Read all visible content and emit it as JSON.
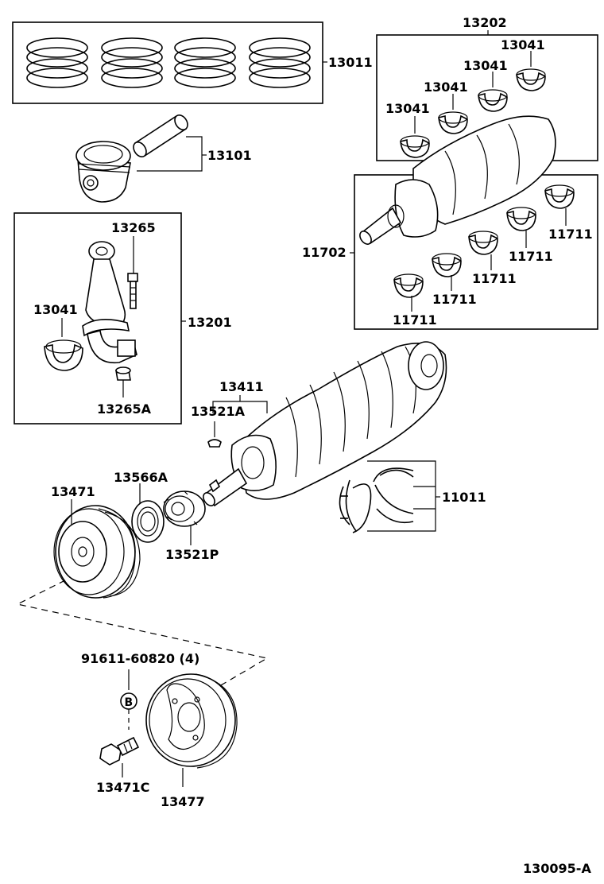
{
  "labels": {
    "rings": "13011",
    "pin_piston": "13101",
    "conrod_set": "13201",
    "conrod_bolt": "13265",
    "conrod_bearing": "13041",
    "conrod_nut": "13265A",
    "main_bearing_set": "13202",
    "bearing_a": "13041",
    "bearing_b": "13041",
    "bearing_c": "13041",
    "bearing_d": "13041",
    "crank_bearing_set": "11702",
    "lower_a": "11711",
    "lower_b": "11711",
    "lower_c": "11711",
    "lower_d": "11711",
    "lower_e": "11711",
    "crankshaft": "13411",
    "key": "13521A",
    "thrust_washer": "11011",
    "pulley": "13471",
    "plate": "13566A",
    "sprocket": "13521P",
    "bolt_spec": "91611-60820 (4)",
    "ref_mark": "B",
    "pulley_bolt": "13471C",
    "damper_pulley": "13477",
    "drawing_no": "130095-A"
  }
}
